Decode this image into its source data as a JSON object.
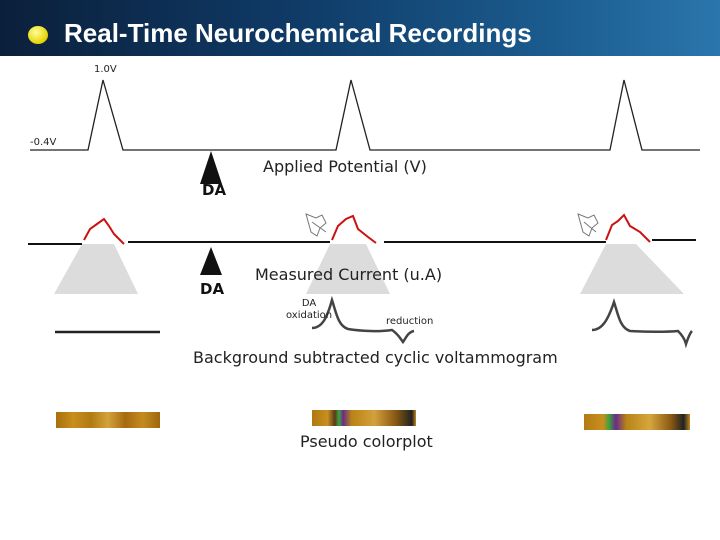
{
  "title": "Real-Time Neurochemical Recordings",
  "potential": {
    "high_label": "1.0V",
    "low_label": "-0.4V",
    "axis_title": "Applied Potential (V)"
  },
  "markers": {
    "da_top": "DA",
    "da_bottom": "DA"
  },
  "current": {
    "axis_title": "Measured Current (u.A)"
  },
  "voltammogram": {
    "oxidation_label": "DA\noxidation",
    "reduction_label": "reduction",
    "caption": "Background subtracted cyclic voltammogram"
  },
  "colorplot": {
    "caption": "Pseudo colorplot"
  },
  "colors": {
    "header": "#0f3a66",
    "trace_red": "#cc1111",
    "funnel": "#dcdcdc"
  }
}
